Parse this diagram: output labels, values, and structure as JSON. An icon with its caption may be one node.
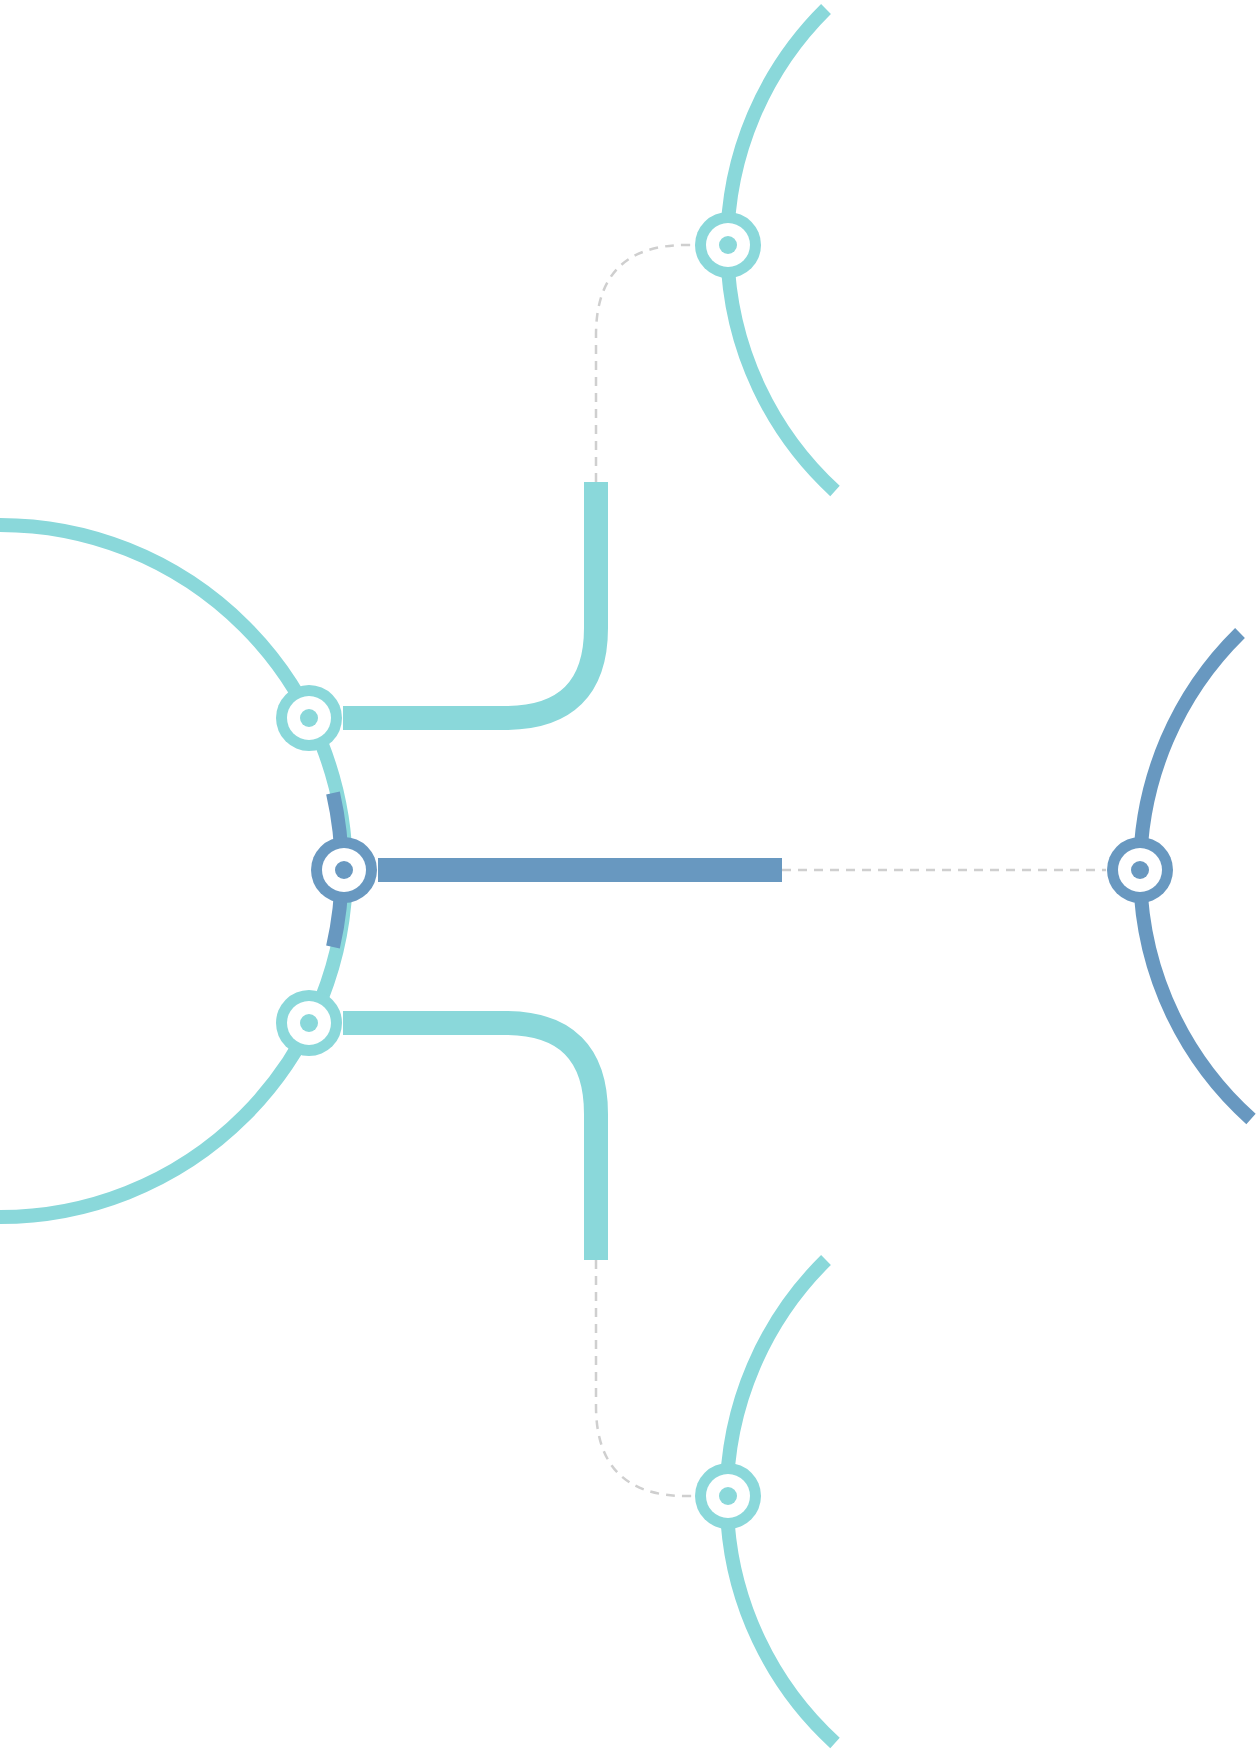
{
  "diagram": {
    "nodes": [
      {
        "text": [],
        "shape": "circle"
      },
      {
        "text": [],
        "shape": "circle"
      },
      {
        "text": [],
        "shape": "circle"
      },
      {
        "text": [],
        "shape": "circle"
      },
      {
        "text": [],
        "shape": "circle"
      },
      {
        "text": [],
        "shape": "circle"
      }
    ],
    "edges": [
      {
        "from": 1,
        "to": 0,
        "arrow": "none"
      },
      {
        "from": 2,
        "to": 3,
        "arrow": "none",
        "color": "#6898c0"
      },
      {
        "from": 4,
        "to": 5,
        "arrow": "none"
      }
    ]
  }
}
